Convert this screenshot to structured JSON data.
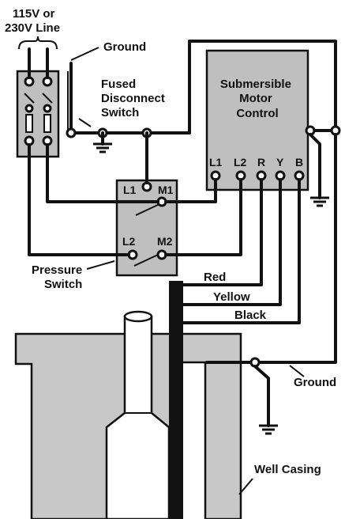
{
  "labels": {
    "line_voltage": "115V or\n230V Line",
    "ground_top": "Ground",
    "disconnect": "Fused\nDisconnect\nSwitch",
    "motor_control": "Submersible\nMotor\nControl",
    "terminal_l1": "L1",
    "terminal_l2": "L2",
    "terminal_r": "R",
    "terminal_y": "Y",
    "terminal_b": "B",
    "ps_l1": "L1",
    "ps_m1": "M1",
    "ps_l2": "L2",
    "ps_m2": "M2",
    "pressure_switch": "Pressure\nSwitch",
    "wire_red": "Red",
    "wire_yellow": "Yellow",
    "wire_black": "Black",
    "ground_bottom": "Ground",
    "well_casing": "Well Casing"
  },
  "colors": {
    "box_fill": "#bfbfbf",
    "casing_fill": "#c8c8c8",
    "ink": "#111111"
  }
}
